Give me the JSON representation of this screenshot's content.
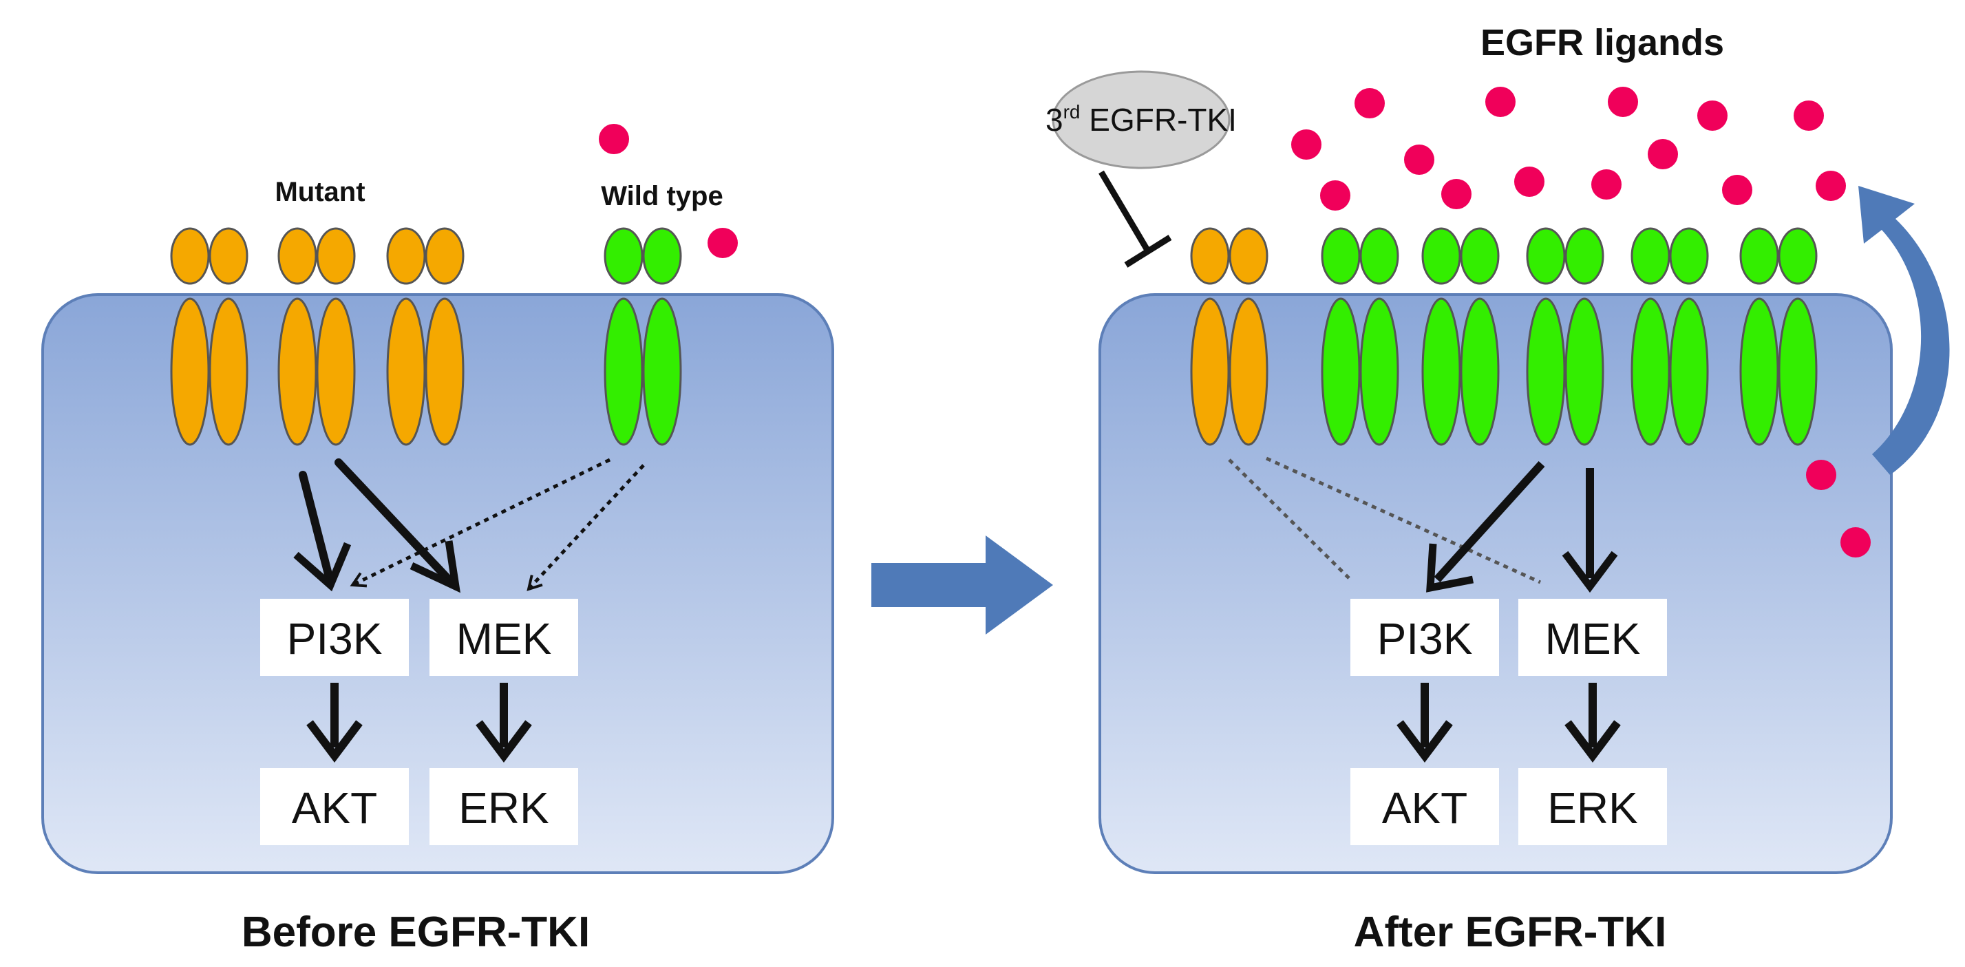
{
  "colors": {
    "cell_top": "#8aa6d8",
    "cell_bottom": "#dfe7f6",
    "cell_border": "#5d7fb8",
    "mutant": "#f5a800",
    "wild_type": "#33ee00",
    "ligand": "#f0005a",
    "flow_arrow": "#4f7ab8",
    "pill": "#d6d6d6"
  },
  "labels": {
    "mutant": "Mutant",
    "wild_type": "Wild type",
    "egfr_ligands": "EGFR ligands",
    "drug_prefix": "3",
    "drug_sup": "rd",
    "drug_suffix": " EGFR-TKI",
    "before_title": "Before EGFR-TKI",
    "after_title": "After EGFR-TKI"
  },
  "panels": {
    "before": {
      "pi3k": "PI3K",
      "mek": "MEK",
      "akt": "AKT",
      "erk": "ERK"
    },
    "after": {
      "pi3k": "PI3K",
      "mek": "MEK",
      "akt": "AKT",
      "erk": "ERK"
    }
  },
  "icons": {
    "transition": "right-arrow-icon",
    "autocrine": "curved-arrow-icon",
    "inhibition": "inhibition-bar-icon"
  }
}
